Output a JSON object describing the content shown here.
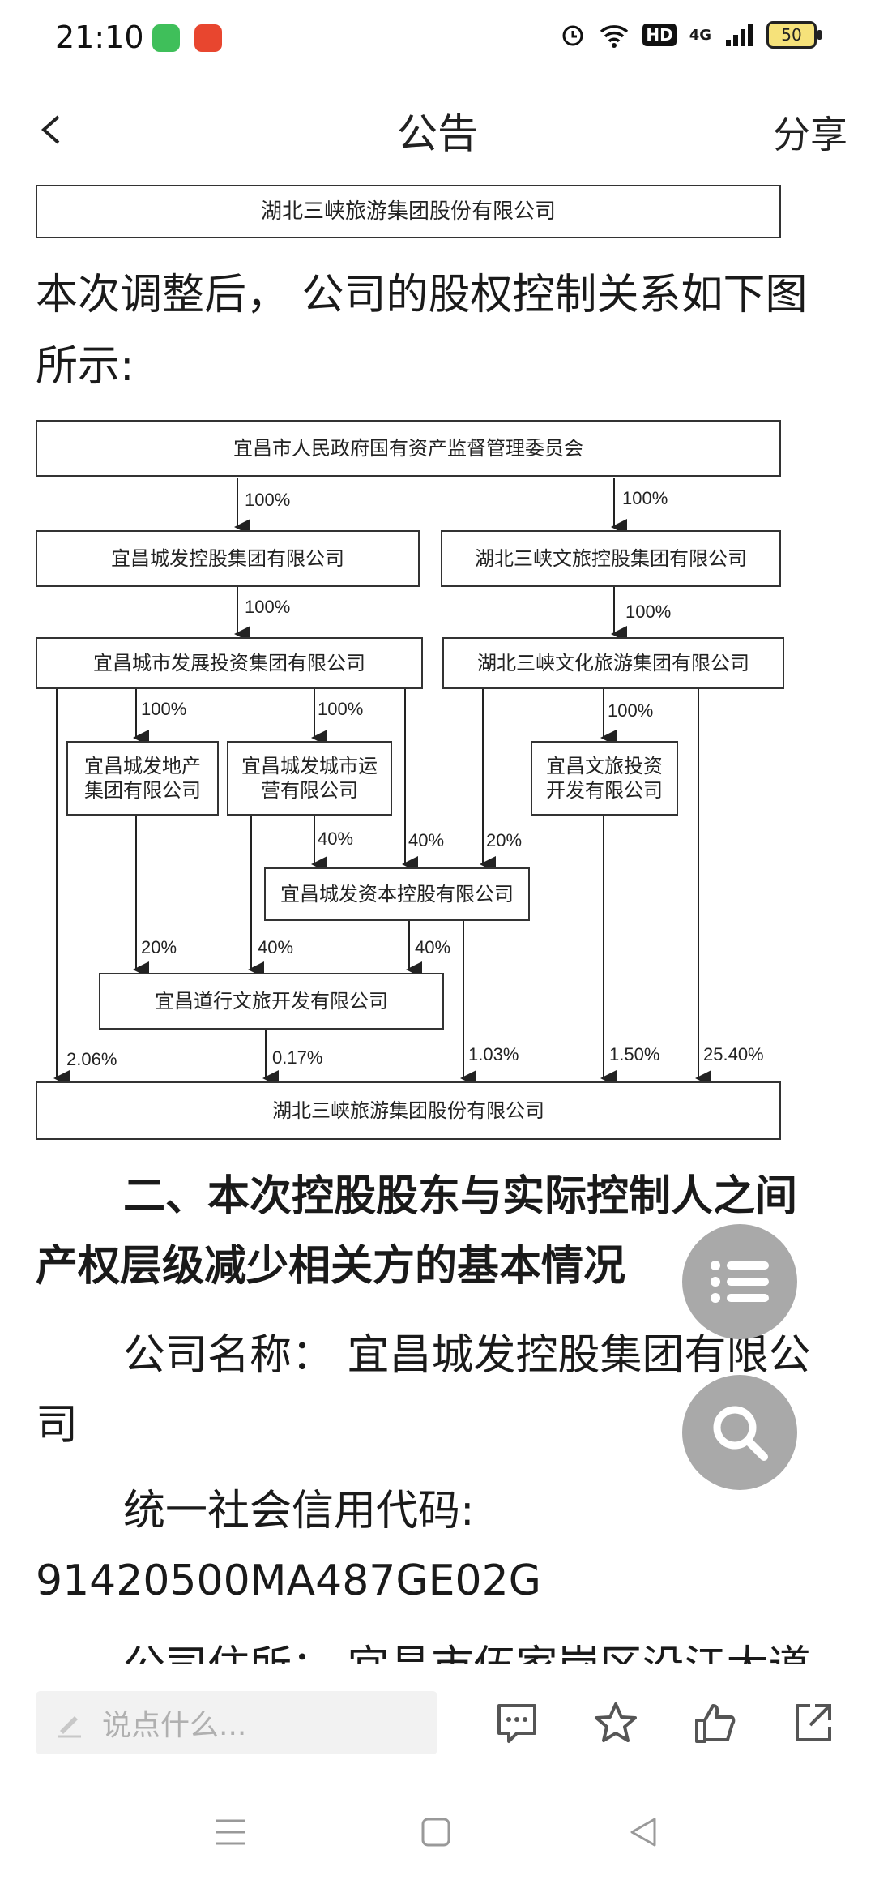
{
  "status_bar": {
    "time": "21:10",
    "network": "4G",
    "hd": "HD",
    "battery": "50"
  },
  "header": {
    "title": "公告",
    "share": "分享"
  },
  "content": {
    "top_box": "湖北三峡旅游集团股份有限公司",
    "intro_line1": "本次调整后， 公司的股权控制关系如下图",
    "intro_line2": "所示:",
    "heading_line1": "二、本次控股股东与实际控制人之间",
    "heading_line2": "产权层级减少相关方的基本情况",
    "company_name_line1": "公司名称： 宜昌城发控股集团有限公",
    "company_name_line2": "司",
    "credit_code_label": "统一社会信用代码:",
    "credit_code_value": "91420500MA487GE02G",
    "address_partial": "公司住所： 宜昌市伍家岗区沿江大道"
  },
  "diagram": {
    "nodes": {
      "sasac": "宜昌市人民政府国有资产监督管理委员会",
      "ycfk": "宜昌城发控股集团有限公司",
      "hbsxwl": "湖北三峡文旅控股集团有限公司",
      "ycfztz": "宜昌城市发展投资集团有限公司",
      "hbsxwhly": "湖北三峡文化旅游集团有限公司",
      "ycfdc": "宜昌城发地产集团有限公司",
      "ycfcsyy": "宜昌城发城市运营有限公司",
      "ycwltz": "宜昌文旅投资开发有限公司",
      "ycfzb": "宜昌城发资本控股有限公司",
      "ycdx": "宜昌道行文旅开发有限公司",
      "target": "湖北三峡旅游集团股份有限公司"
    },
    "percents": {
      "p1": "100%",
      "p2": "100%",
      "p3": "100%",
      "p4": "100%",
      "p5": "100%",
      "p6": "100%",
      "p7": "100%",
      "p8": "40%",
      "p9": "40%",
      "p10": "20%",
      "p11": "20%",
      "p12": "40%",
      "p13": "40%",
      "p14": "2.06%",
      "p15": "0.17%",
      "p16": "1.03%",
      "p17": "1.50%",
      "p18": "25.40%"
    }
  },
  "bottom_bar": {
    "comment_placeholder": "说点什么..."
  },
  "icons": {
    "back": "chevron-left-icon",
    "menu": "list-icon",
    "search": "search-icon",
    "comment": "comment-icon",
    "star": "star-icon",
    "like": "thumbs-up-icon",
    "share": "share-icon"
  }
}
